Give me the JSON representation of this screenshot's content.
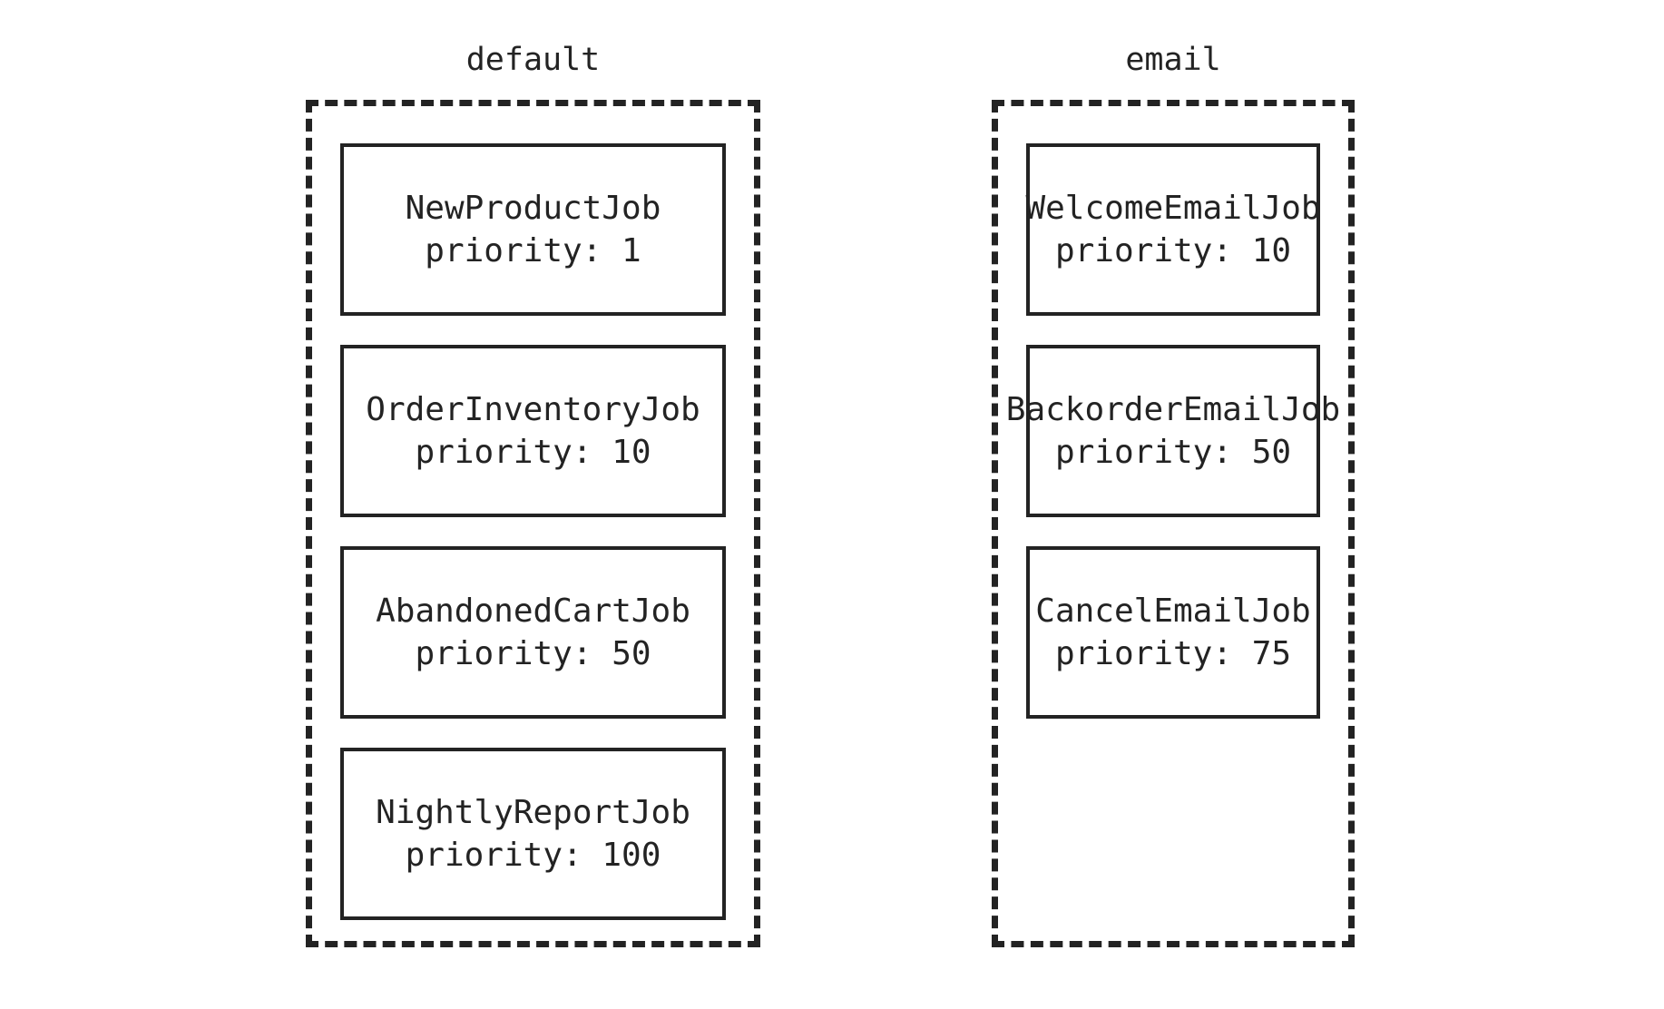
{
  "diagram": {
    "type": "queue-job-diagram",
    "background_color": "#ffffff",
    "stroke_color": "#232323",
    "columns": [
      {
        "id": "default",
        "label": "default",
        "jobs": [
          {
            "name": "NewProductJob",
            "priority_label": "priority: 1",
            "priority": 1
          },
          {
            "name": "OrderInventoryJob",
            "priority_label": "priority: 10",
            "priority": 10
          },
          {
            "name": "AbandonedCartJob",
            "priority_label": "priority: 50",
            "priority": 50
          },
          {
            "name": "NightlyReportJob",
            "priority_label": "priority: 100",
            "priority": 100
          }
        ]
      },
      {
        "id": "email",
        "label": "email",
        "jobs": [
          {
            "name": "WelcomeEmailJob",
            "priority_label": "priority: 10",
            "priority": 10
          },
          {
            "name": "BackorderEmailJob",
            "priority_label": "priority: 50",
            "priority": 50
          },
          {
            "name": "CancelEmailJob",
            "priority_label": "priority: 75",
            "priority": 75
          }
        ]
      }
    ]
  }
}
